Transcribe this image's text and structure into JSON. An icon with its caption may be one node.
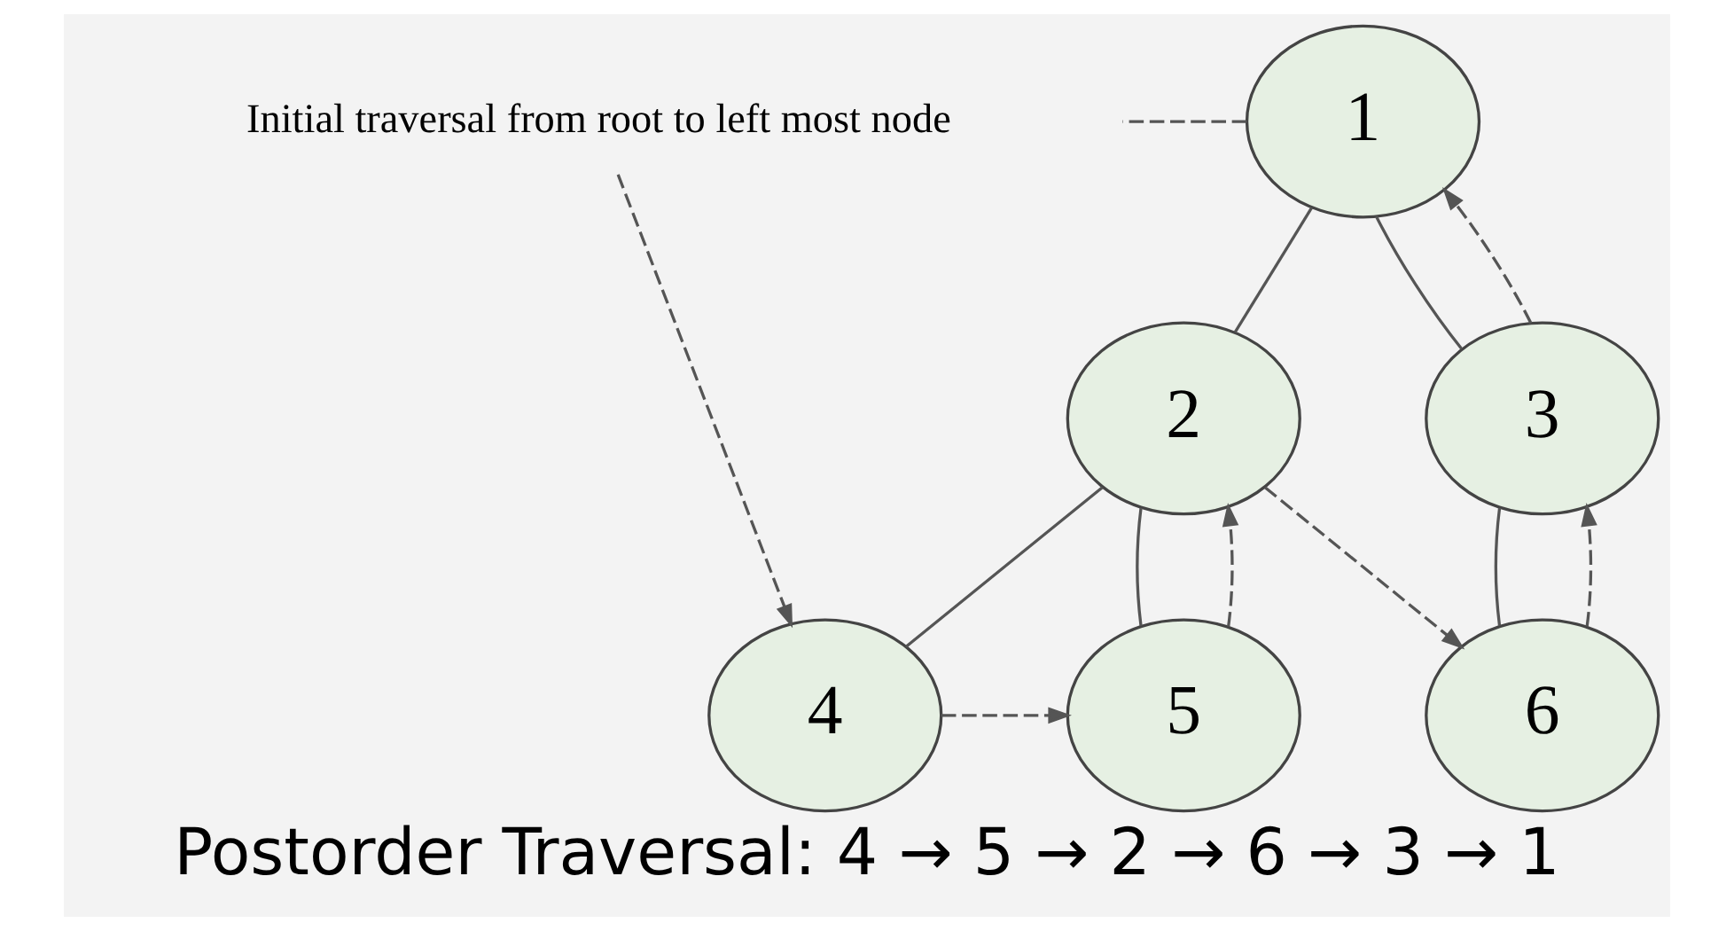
{
  "diagram": {
    "caption": "Postorder Traversal: 4 → 5 → 2 → 6 → 3 → 1",
    "nodes": [
      {
        "text": [
          "Initial traversal from root to left most node"
        ]
      },
      {
        "text": [
          "1"
        ]
      },
      {
        "text": [
          "2"
        ]
      },
      {
        "text": [
          "3"
        ]
      },
      {
        "text": [
          "4"
        ]
      },
      {
        "text": [
          "5"
        ]
      },
      {
        "text": [
          "6"
        ]
      }
    ],
    "edges": [
      {
        "from": 1,
        "to": 2,
        "arrow": "none"
      },
      {
        "from": 1,
        "to": 3,
        "arrow": "none"
      },
      {
        "from": 2,
        "to": 4,
        "arrow": "none"
      },
      {
        "from": 2,
        "to": 5,
        "arrow": "none"
      },
      {
        "from": 3,
        "to": 6,
        "arrow": "none"
      },
      {
        "from": 1,
        "to": 0,
        "arrow": "none",
        "style": "dashed"
      },
      {
        "from": 0,
        "to": 4,
        "arrow": "to",
        "style": "dashed"
      },
      {
        "from": 4,
        "to": 5,
        "arrow": "to",
        "style": "dashed"
      },
      {
        "from": 5,
        "to": 2,
        "arrow": "to",
        "style": "dashed"
      },
      {
        "from": 2,
        "to": 6,
        "arrow": "to",
        "style": "dashed"
      },
      {
        "from": 6,
        "to": 3,
        "arrow": "to",
        "style": "dashed"
      },
      {
        "from": 3,
        "to": 1,
        "arrow": "to",
        "style": "dashed"
      }
    ]
  }
}
